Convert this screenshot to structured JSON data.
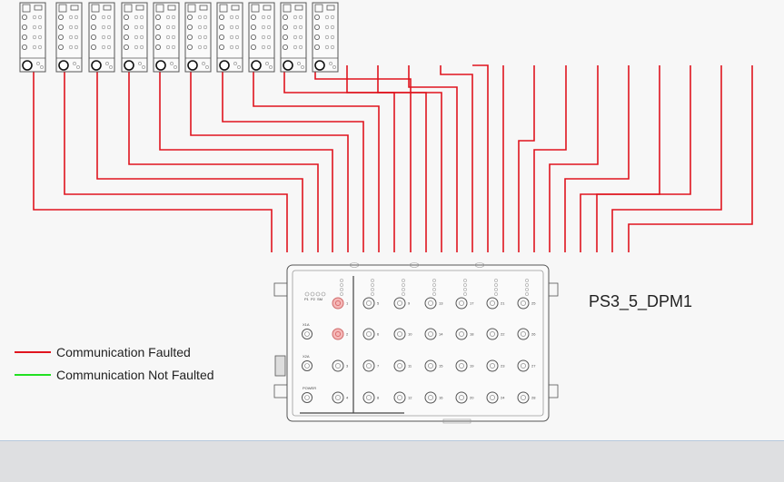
{
  "device": {
    "title": "PS3_5_DPM1"
  },
  "legend": {
    "items": [
      {
        "label": "Communication Faulted",
        "color": "#e0141e"
      },
      {
        "label": "Communication Not Faulted",
        "color": "#22e022"
      }
    ]
  },
  "colors": {
    "wire": "#e0141e",
    "device_outline": "#555555",
    "fault_port": "#f5b8b8"
  },
  "dpm": {
    "power_labels": [
      "P1",
      "P2",
      "SM"
    ],
    "port_labels": [
      "X1A",
      "X2A",
      "POWER"
    ],
    "port_numbers": [
      1,
      2,
      3,
      4,
      5,
      6,
      7,
      8,
      9,
      10,
      11,
      12,
      13,
      14,
      15,
      16,
      17,
      18,
      19,
      20,
      21,
      22,
      23,
      24,
      25,
      26,
      27,
      28
    ],
    "faulted_ports": [
      1,
      2
    ]
  }
}
